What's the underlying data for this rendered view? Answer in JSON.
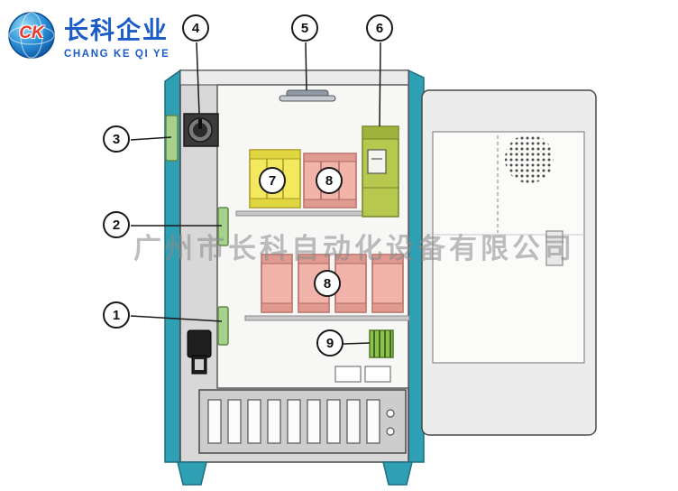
{
  "logo": {
    "monogram": "CK",
    "title": "长科企业",
    "subtitle": "CHANG KE QI YE",
    "brand_color": "#1a5cc8"
  },
  "watermark": {
    "text": "广州市长科自动化设备有限公司"
  },
  "callouts": {
    "c1": "1",
    "c2": "2",
    "c3": "3",
    "c4": "4",
    "c5": "5",
    "c6": "6",
    "c7": "7",
    "c8a": "8",
    "c8b": "8",
    "c9": "9"
  },
  "colors": {
    "panel_teal": "#2f9fb4",
    "hinge_green": "#a9d18e",
    "module_yellow": "#f2e95e",
    "module_pink": "#f2b3aa",
    "module_green": "#b7c84f",
    "frame_gray": "#d8d8d8"
  }
}
